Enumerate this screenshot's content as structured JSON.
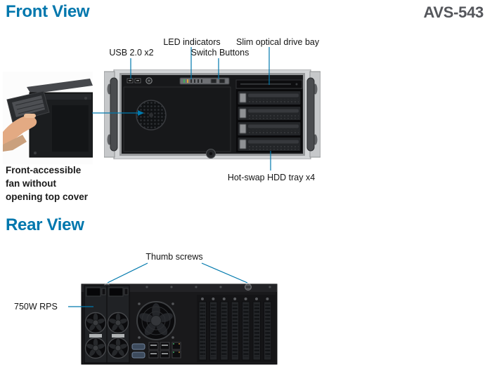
{
  "model": "AVS-543",
  "colors": {
    "accent": "#0079ad",
    "title_blue": "#0077ad",
    "model_gray": "#54565b"
  },
  "front": {
    "title": "Front View",
    "callouts": {
      "usb": "USB 2.0 x2",
      "led": "LED indicators",
      "switch": "Switch Buttons",
      "optical": "Slim optical drive bay",
      "hdd": "Hot-swap HDD tray x4",
      "fan_caption": "Front-accessible fan without opening top cover"
    }
  },
  "rear": {
    "title": "Rear View",
    "callouts": {
      "thumb_screws": "Thumb screws",
      "rps": "750W RPS"
    }
  }
}
